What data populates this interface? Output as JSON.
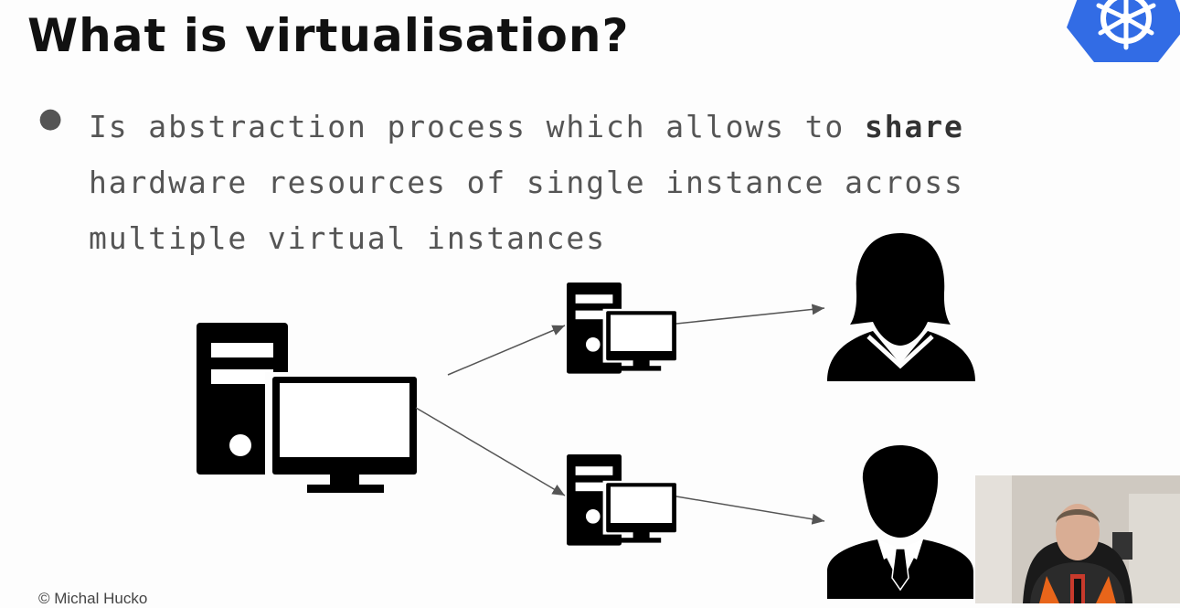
{
  "slide": {
    "title": "What is virtualisation?",
    "bullet": {
      "text_before": "Is abstraction process which allows to ",
      "bold": "share",
      "text_after": " hardware resources of single instance across multiple virtual instances"
    },
    "copyright": "© Michal Hucko"
  },
  "logo": {
    "icon": "kubernetes-helm-icon",
    "color": "#326ce5"
  },
  "diagram": {
    "icons": [
      "host-computer-icon",
      "virtual-computer-icon",
      "virtual-computer-icon",
      "woman-user-icon",
      "man-user-icon"
    ]
  },
  "webcam": {
    "icon": "presenter-webcam"
  }
}
